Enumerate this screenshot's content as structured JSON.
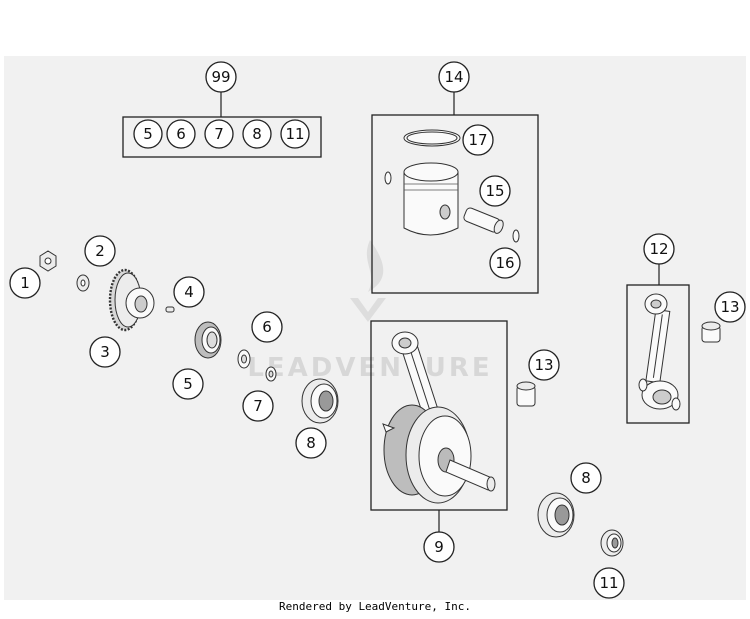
{
  "diagram": {
    "callouts": {
      "c1": "1",
      "c2": "2",
      "c3": "3",
      "c4": "4",
      "c5": "5",
      "c6": "6",
      "c7": "7",
      "c8a": "8",
      "c8b": "8",
      "c9": "9",
      "c11": "11",
      "c12": "12",
      "c13a": "13",
      "c13b": "13",
      "c14": "14",
      "c15": "15",
      "c16": "16",
      "c17": "17",
      "c99": "99"
    },
    "kit_99_items": [
      "5",
      "6",
      "7",
      "8",
      "11"
    ],
    "watermark": "LEADVENTURE"
  },
  "footer": {
    "text": "Rendered by LeadVenture, Inc."
  }
}
